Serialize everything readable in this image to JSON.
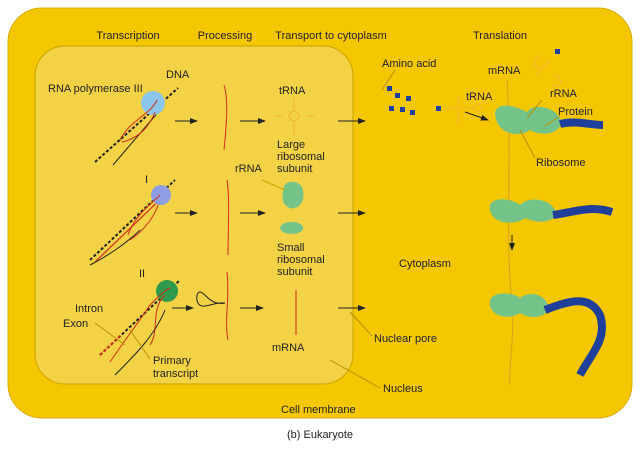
{
  "headers": {
    "transcription": "Transcription",
    "processing": "Processing",
    "transport": "Transport to cytoplasm",
    "translation": "Translation"
  },
  "nucleus_labels": {
    "dna": "DNA",
    "polymerase3": "RNA polymerase III",
    "polymerase1": "I",
    "polymerase2": "II",
    "trna": "tRNA",
    "rrna": "rRNA",
    "large_subunit": [
      "Large",
      "ribosomal",
      "subunit"
    ],
    "small_subunit": [
      "Small",
      "ribosomal",
      "subunit"
    ],
    "intron": "Intron",
    "exon": "Exon",
    "primary_transcript": [
      "Primary",
      "transcript"
    ],
    "mrna": "mRNA"
  },
  "cytoplasm_labels": {
    "amino_acid": "Amino acid",
    "mrna": "mRNA",
    "trna": "tRNA",
    "rrna": "rRNA",
    "protein": "Protein",
    "ribosome": "Ribosome",
    "cytoplasm": "Cytoplasm",
    "nuclear_pore": "Nuclear pore",
    "nucleus": "Nucleus",
    "cell_membrane": "Cell membrane"
  },
  "caption": "(b)  Eukaryote",
  "colors": {
    "cell": "#f4c700",
    "nucleus": "#f3d245",
    "rna": "#d42a1a",
    "polymerase3": "#8cc6ea",
    "polymerase1": "#8d9fe2",
    "polymerase2": "#2f9a4c",
    "ribosome": "#74c48a",
    "protein": "#1f3f9a"
  }
}
